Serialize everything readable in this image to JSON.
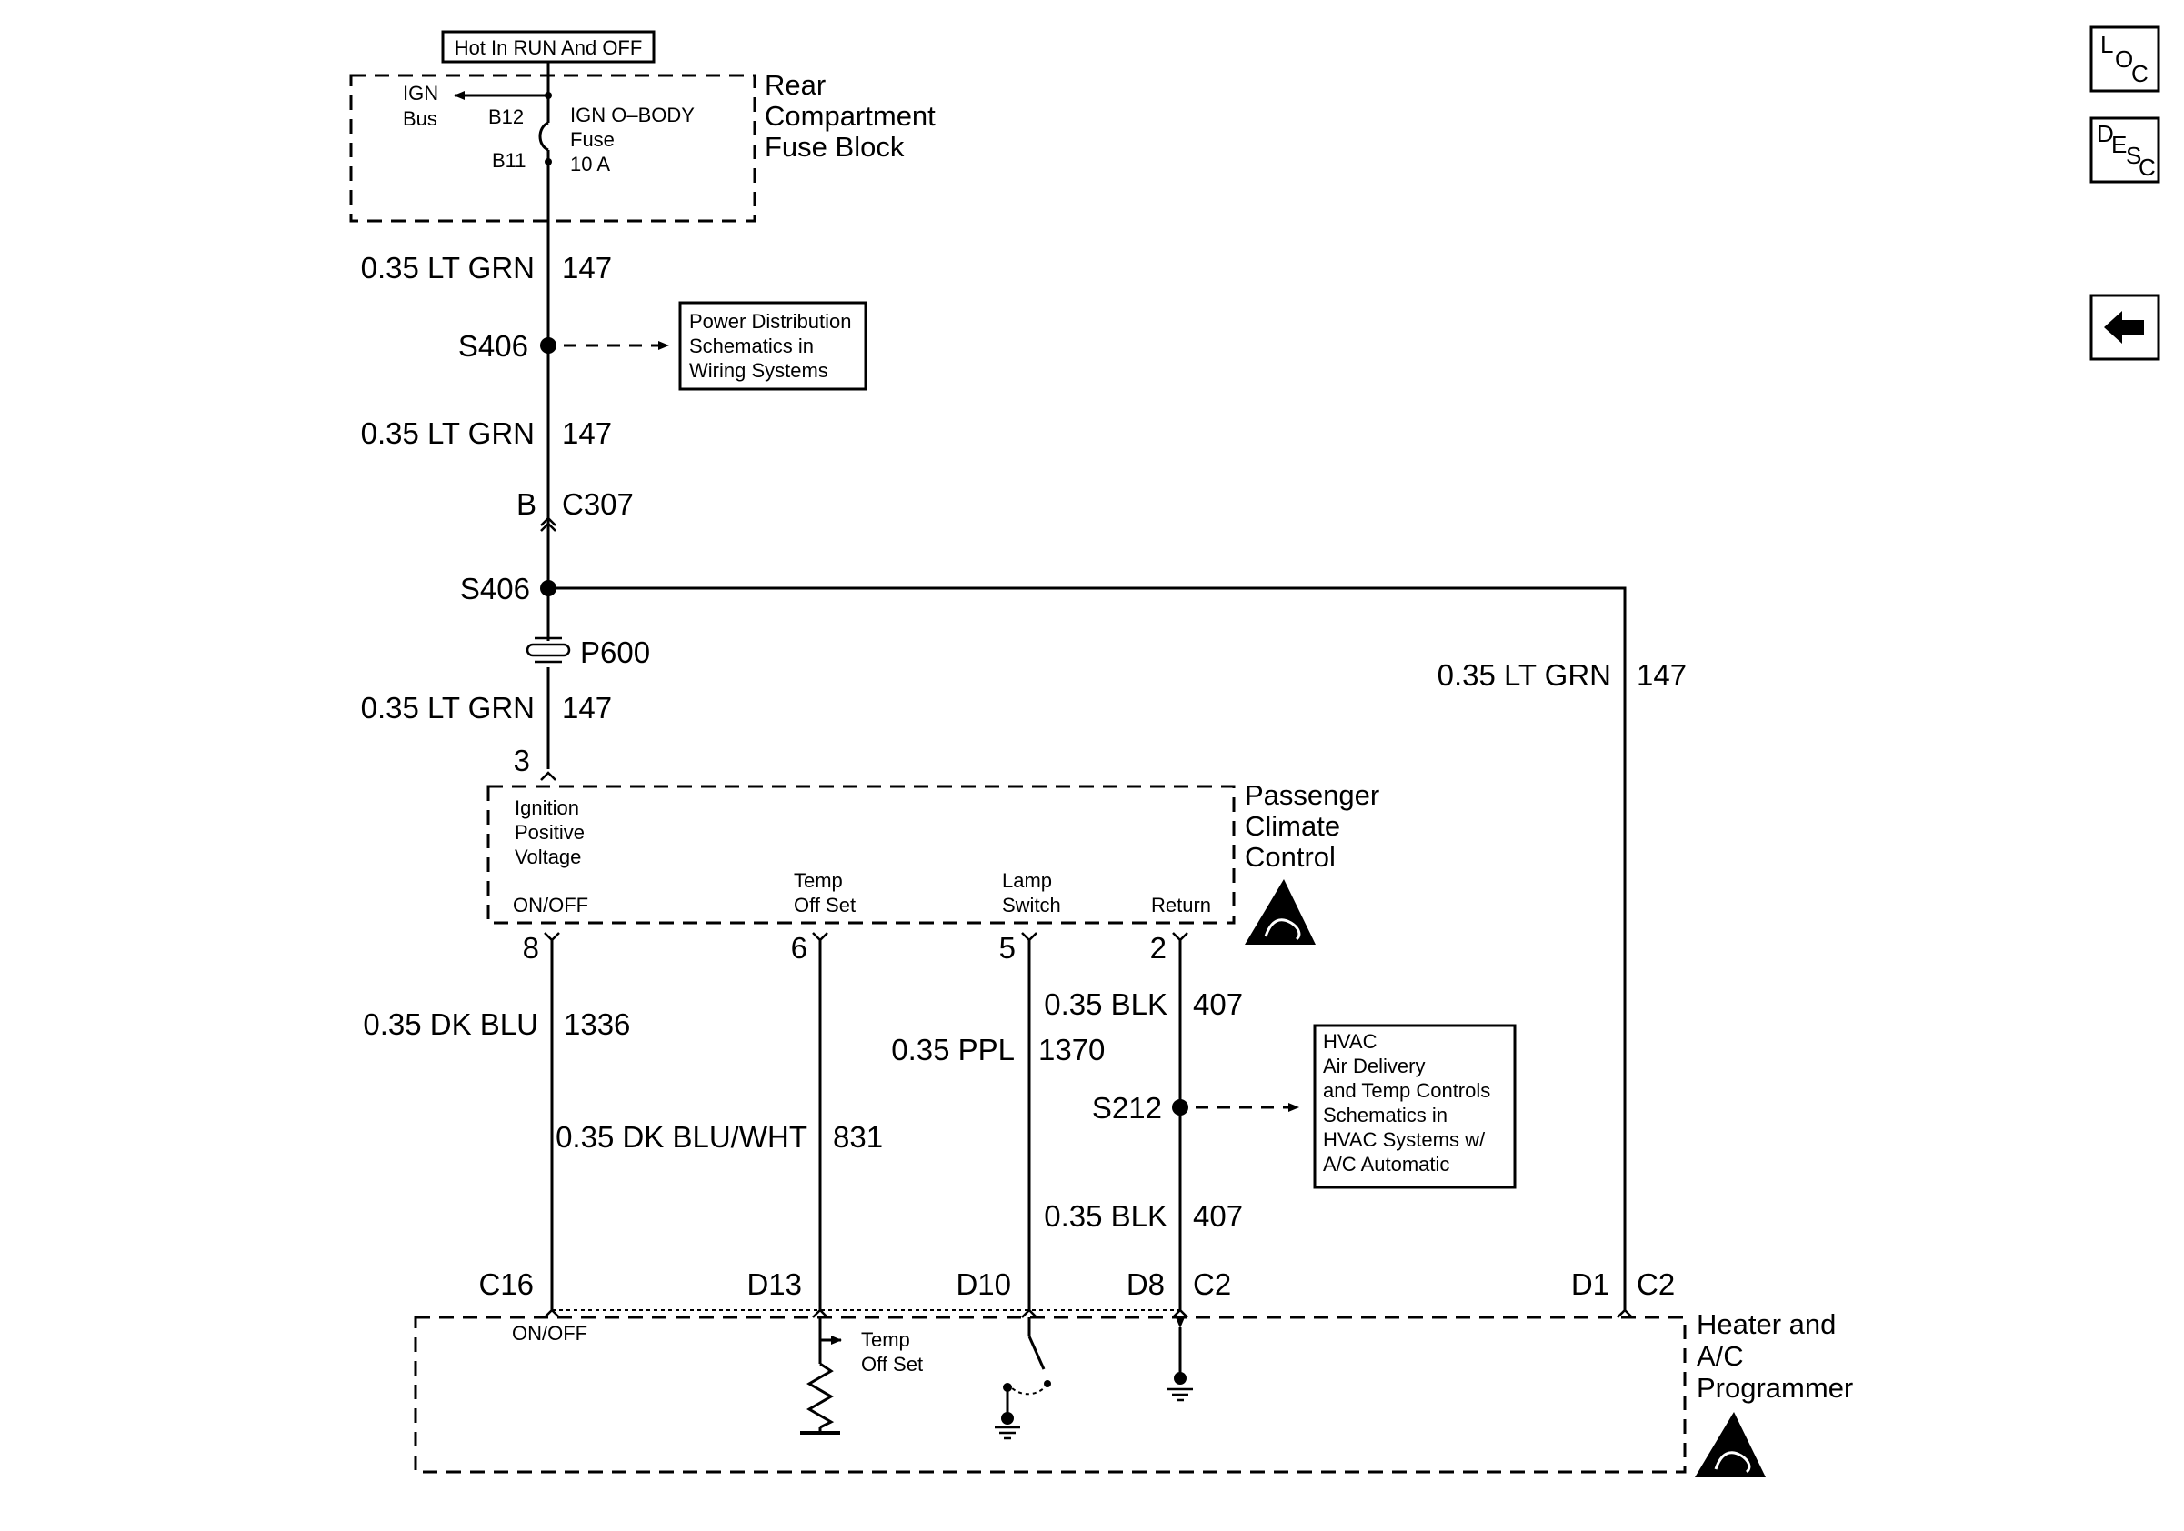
{
  "header": {
    "hot_label": "Hot In RUN And OFF"
  },
  "fuse_block": {
    "title_line1": "Rear",
    "title_line2": "Compartment",
    "title_line3": "Fuse Block",
    "bus_label1": "IGN",
    "bus_label2": "Bus",
    "pin_top": "B12",
    "pin_bottom": "B11",
    "fuse_line1": "IGN O–BODY",
    "fuse_line2": "Fuse",
    "fuse_line3": "10 A"
  },
  "wires": {
    "w1_gauge": "0.35 LT GRN",
    "w1_circuit": "147",
    "w2_gauge": "0.35 LT GRN",
    "w2_circuit": "147",
    "w3_gauge": "0.35 LT GRN",
    "w3_circuit": "147",
    "w4_gauge": "0.35 LT GRN",
    "w4_circuit": "147",
    "w5_gauge": "0.35 DK BLU",
    "w5_circuit": "1336",
    "w6_gauge": "0.35 DK BLU/WHT",
    "w6_circuit": "831",
    "w7_gauge": "0.35 PPL",
    "w7_circuit": "1370",
    "w8_gauge": "0.35 BLK",
    "w8_circuit": "407",
    "w9_gauge": "0.35 BLK",
    "w9_circuit": "407"
  },
  "splices": {
    "s406_top": "S406",
    "s406_bottom": "S406",
    "s212": "S212"
  },
  "connectors": {
    "c307_pin": "B",
    "c307": "C307",
    "p600": "P600",
    "pcc_pin3": "3",
    "pcc_pin8": "8",
    "pcc_pin6": "6",
    "pcc_pin5": "5",
    "pcc_pin2": "2",
    "hac_c16": "C16",
    "hac_d13": "D13",
    "hac_d10": "D10",
    "hac_d8": "D8",
    "hac_c2a": "C2",
    "hac_d1": "D1",
    "hac_c2b": "C2"
  },
  "refs": {
    "power_line1": "Power Distribution",
    "power_line2": "Schematics in",
    "power_line3": "Wiring Systems",
    "hvac_line1": "HVAC",
    "hvac_line2": "Air Delivery",
    "hvac_line3": "and Temp Controls",
    "hvac_line4": "Schematics in",
    "hvac_line5": "HVAC Systems w/",
    "hvac_line6": "A/C Automatic"
  },
  "pcc": {
    "title_line1": "Passenger",
    "title_line2": "Climate",
    "title_line3": "Control",
    "ign_line1": "Ignition",
    "ign_line2": "Positive",
    "ign_line3": "Voltage",
    "on_off": "ON/OFF",
    "temp_line1": "Temp",
    "temp_line2": "Off Set",
    "lamp_line1": "Lamp",
    "lamp_line2": "Switch",
    "return": "Return"
  },
  "hac": {
    "title_line1": "Heater and",
    "title_line2": "A/C",
    "title_line3": "Programmer",
    "on_off": "ON/OFF",
    "temp_line1": "Temp",
    "temp_line2": "Off Set"
  },
  "nav": {
    "loc_l": "L",
    "loc_o": "O",
    "loc_c": "C",
    "desc_d": "D",
    "desc_e": "E",
    "desc_s": "S",
    "desc_c": "C",
    "back_icon": "arrow-left-icon"
  }
}
